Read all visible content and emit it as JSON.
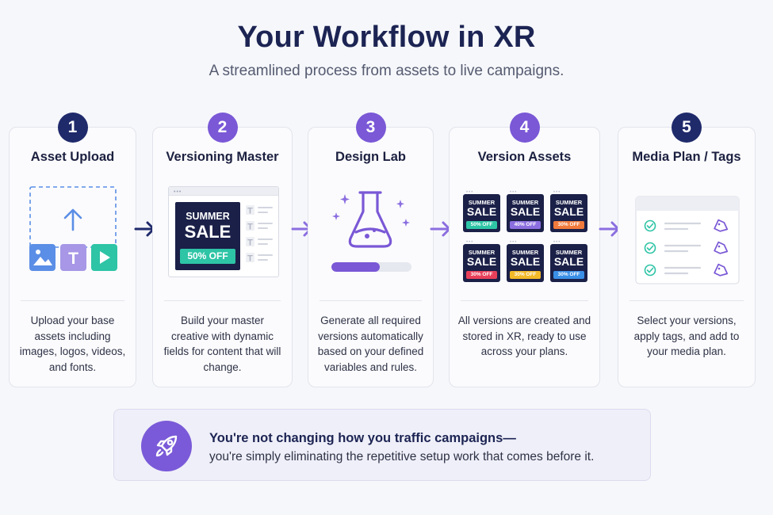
{
  "header": {
    "title": "Your Workflow in XR",
    "subtitle": "A streamlined process from assets to live campaigns."
  },
  "steps": [
    {
      "number": "1",
      "title": "Asset Upload",
      "description": "Upload your base assets including images, logos, videos, and fonts.",
      "badge_color": "#1f2a6b",
      "icon_labels": {
        "text_tile": "T"
      }
    },
    {
      "number": "2",
      "title": "Versioning Master",
      "description": "Build your master creative with dynamic fields for content that will change.",
      "badge_color": "#7a58d6",
      "creative": {
        "line1": "SUMMER",
        "line2": "SALE",
        "offer": "50% OFF"
      },
      "field_glyph": "T"
    },
    {
      "number": "3",
      "title": "Design Lab",
      "description": "Generate all required versions automatically based on your defined variables and rules.",
      "badge_color": "#7a58d6",
      "progress": 0.6
    },
    {
      "number": "4",
      "title": "Version Assets",
      "description": "All versions are created and stored in XR, ready to use across your plans.",
      "badge_color": "#7a58d6",
      "versions": [
        {
          "line1": "SUMMER",
          "line2": "SALE",
          "offer": "50% OFF",
          "color": "#2ec4a6"
        },
        {
          "line1": "SUMMER",
          "line2": "SALE",
          "offer": "40% OFF",
          "color": "#8b6ee0"
        },
        {
          "line1": "SUMMER",
          "line2": "SALE",
          "offer": "30% OFF",
          "color": "#f07a3c"
        },
        {
          "line1": "SUMMER",
          "line2": "SALE",
          "offer": "30% OFF",
          "color": "#e8405a"
        },
        {
          "line1": "SUMMER",
          "line2": "SALE",
          "offer": "30% OFF",
          "color": "#f2b928"
        },
        {
          "line1": "SUMMER",
          "line2": "SALE",
          "offer": "30% OFF",
          "color": "#3a8fe6"
        }
      ]
    },
    {
      "number": "5",
      "title": "Media Plan / Tags",
      "description": "Select your versions, apply tags, and add to your media plan.",
      "badge_color": "#1f2a6b"
    }
  ],
  "banner": {
    "line1": "You're not changing how you traffic campaigns—",
    "line2": "you're simply eliminating the repetitive setup work that comes before it."
  },
  "colors": {
    "navy": "#1f2a6b",
    "purple": "#7a58d6",
    "teal": "#2ec4a6",
    "blue": "#5b8ee6"
  }
}
